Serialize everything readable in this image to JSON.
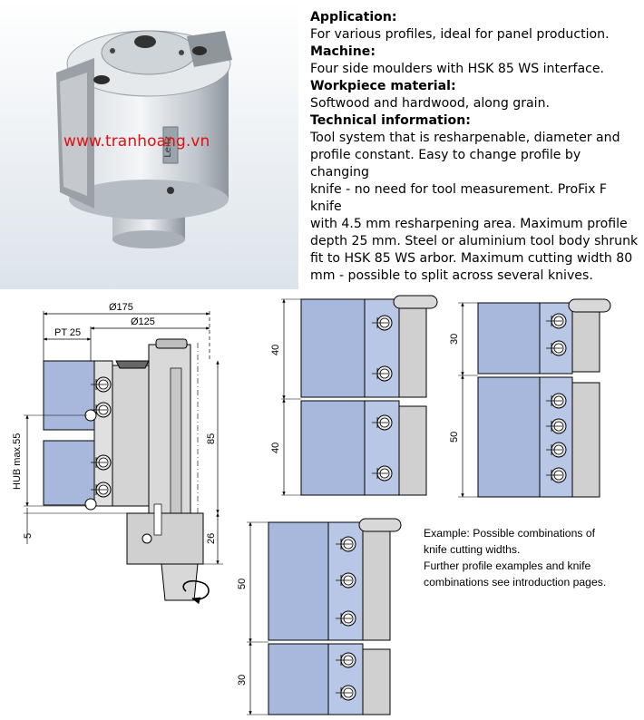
{
  "watermark": "www.tranhoang.vn",
  "spec": {
    "application_heading": "Application:",
    "application_text": "For various profiles, ideal for panel production.",
    "machine_heading": "Machine:",
    "machine_text": "Four side moulders with HSK 85 WS interface.",
    "workpiece_heading": "Workpiece material:",
    "workpiece_text": "Softwood and hardwood, along grain.",
    "technical_heading": "Technical information:",
    "technical_lines": [
      "Tool system that is resharpenable, diameter and",
      "profile constant. Easy to change profile by changing",
      "knife - no need for tool measurement. ProFix F knife",
      "with 4.5 mm resharpening area. Maximum profile",
      "depth 25 mm. Steel or aluminium tool body shrunk",
      "fit to HSK 85 WS arbor. Maximum cutting width 80",
      "mm - possible to split across several knives."
    ]
  },
  "photo": {
    "brand": "Leitz"
  },
  "drawing": {
    "dim_d175": "Ø175",
    "dim_d125": "Ø125",
    "dim_pt25": "PT 25",
    "dim_hub": "HUB max.55",
    "dim_5": "5",
    "dim_85": "85",
    "dim_26": "26"
  },
  "combos": {
    "a_top": "40",
    "a_bottom": "40",
    "b_top": "30",
    "b_bottom": "50",
    "c_top": "50",
    "c_bottom": "30"
  },
  "note_lines": [
    "Example: Possible combinations of",
    "knife cutting widths.",
    "Further profile examples and knife",
    "combinations see introduction pages."
  ],
  "colors": {
    "knife_blue": "#a8b8dc",
    "body_gray": "#d4d4d4",
    "watermark_red": "#e01010"
  }
}
